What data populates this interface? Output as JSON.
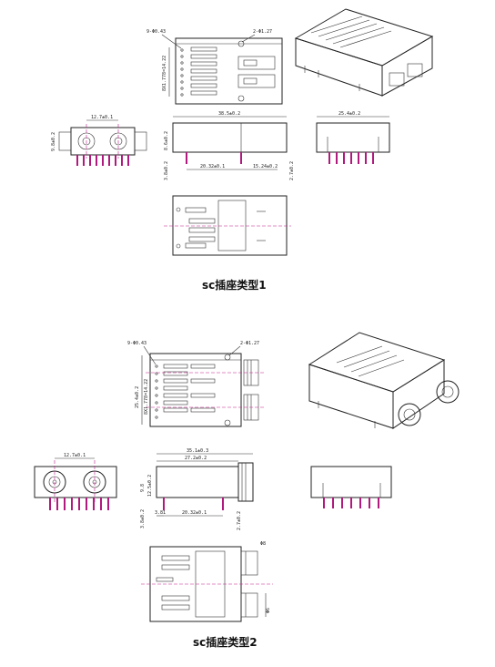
{
  "captions": {
    "type1": "sc插座类型1",
    "type2": "sc插座类型2"
  },
  "type1_dims": {
    "holes": "9-Φ0.43",
    "posts": "2-Φ1.27",
    "pitch_v": "8X1.778=14.22",
    "length": "38.5±0.2",
    "width": "25.4±0.2",
    "front_pitch": "12.7±0.1",
    "front_h": "9.8±0.2",
    "pin_a": "20.32±0.1",
    "pin_b": "15.24±0.2",
    "side_h": "3.8±0.2",
    "side_r": "2.7±0.2",
    "mid_h": "8.6±0.2"
  },
  "type2_dims": {
    "holes": "9-Φ0.43",
    "posts": "2-Φ1.27",
    "width": "25.4±0.2",
    "pitch_v": "8X1.778=14.22",
    "ferrule": "Φ8",
    "front_pitch": "12.7±0.1",
    "total_len": "35.1±0.3",
    "body_len": "27.2±0.2",
    "body_h": "12.5±0.2",
    "small": "9.8",
    "pin_a": "20.32±0.1",
    "pin_b": "3.81",
    "side_h": "3.8±0.2",
    "side_r": "2.7±0.2",
    "ferrule_d": "Φ6"
  },
  "colors": {
    "pin": "#b0197e",
    "line": "#222222"
  }
}
